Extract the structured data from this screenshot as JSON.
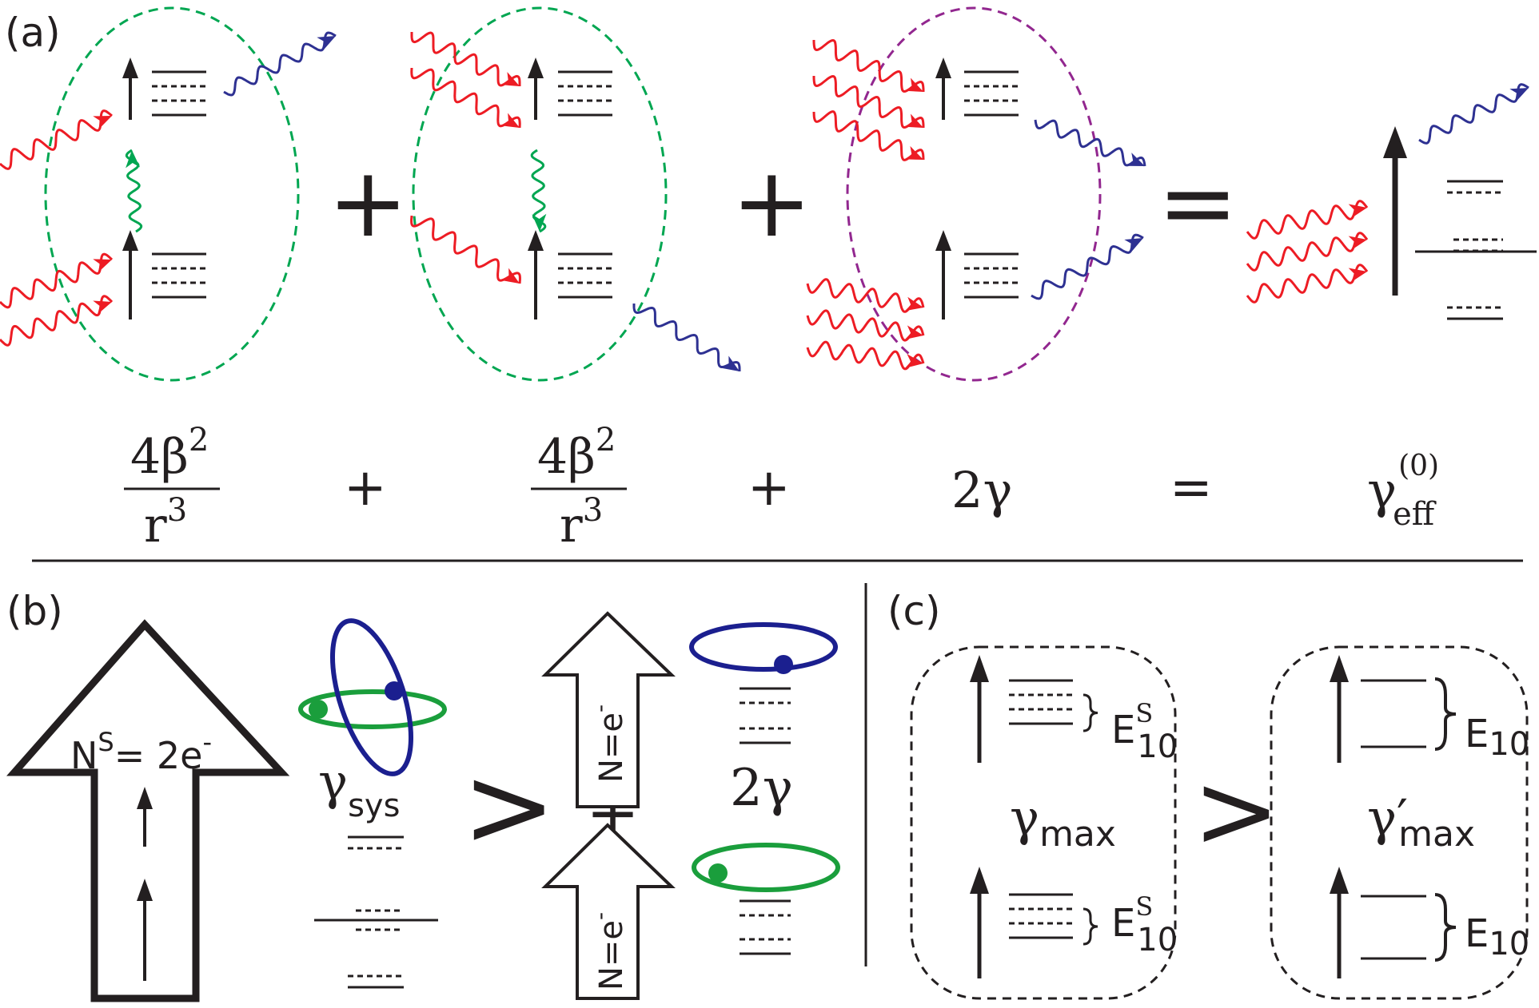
{
  "panels": {
    "a": "(a)",
    "b": "(b)",
    "c": "(c)"
  },
  "equation": {
    "t1_num": "4β",
    "t1_sup": "2",
    "t1_den": "r",
    "t1_den_sup": "3",
    "plus1": "+",
    "t2_num": "4β",
    "t2_sup": "2",
    "t2_den": "r",
    "t2_den_sup": "3",
    "plus2": "+",
    "t3": "2γ",
    "eq": "=",
    "t4_main": "γ",
    "t4_sup": "(0)",
    "t4_sub": "eff"
  },
  "top_ops": {
    "plus1": "+",
    "plus2": "+",
    "eq": "="
  },
  "panel_b": {
    "big_arrow_N": "N",
    "big_arrow_S": "S",
    "big_arrow_val": "= 2e",
    "big_arrow_minus": "-",
    "gamma": "γ",
    "gamma_sub": "sys",
    "greater": ">",
    "plus": "+",
    "small_arrow_label": "N=e",
    "small_arrow_minus": "-",
    "two_gamma": "2γ"
  },
  "panel_c": {
    "E": "E",
    "E_S_sup": "S",
    "E_sub": "10",
    "gamma_max": "γ",
    "gamma_max_sub": "max",
    "gamma_prime": "γ′",
    "greater": ">"
  },
  "colors": {
    "red_photon": "#ed1c24",
    "blue_photon": "#2e3192",
    "green_coupling": "#00a651",
    "green_ellipse": "#00a651",
    "purple_ellipse": "#92278f",
    "ink": "#231f20",
    "blue_orbit": "#1b1f8f",
    "green_orbit": "#1a9e3c"
  }
}
